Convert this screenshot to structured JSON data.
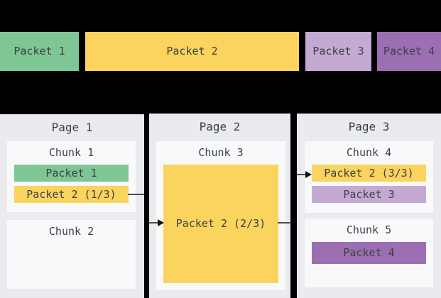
{
  "colors": {
    "background": "#000000",
    "green": "#7ec795",
    "yellow": "#fbd45e",
    "purple_light": "#c4aad3",
    "purple_dark": "#9c6fb2",
    "page_bg": "#e9ebee",
    "chunk_bg": "#f8f9fa",
    "text": "#3c4045",
    "line": "#4a4d50",
    "arrowhead": "#111111"
  },
  "top_row": {
    "packets": [
      {
        "label": "Packet 1",
        "color": "green"
      },
      {
        "label": "Packet 2",
        "color": "yellow"
      },
      {
        "label": "Packet 3",
        "color": "purple_light"
      },
      {
        "label": "Packet 4",
        "color": "purple_dark"
      }
    ]
  },
  "pages": [
    {
      "title": "Page 1",
      "chunks": [
        {
          "title": "Chunk 1",
          "packets": [
            {
              "label": "Packet 1",
              "color": "green"
            },
            {
              "label": "Packet 2 (1/3)",
              "color": "yellow"
            }
          ]
        },
        {
          "title": "Chunk 2",
          "packets": []
        }
      ]
    },
    {
      "title": "Page 2",
      "chunks": [
        {
          "title": "Chunk 3",
          "packets": [
            {
              "label": "Packet 2 (2/3)",
              "color": "yellow"
            }
          ]
        }
      ]
    },
    {
      "title": "Page 3",
      "chunks": [
        {
          "title": "Chunk 4",
          "packets": [
            {
              "label": "Packet 2 (3/3)",
              "color": "yellow"
            },
            {
              "label": "Packet 3",
              "color": "purple_light"
            }
          ]
        },
        {
          "title": "Chunk 5",
          "packets": [
            {
              "label": "Packet 4",
              "color": "purple_dark"
            }
          ]
        }
      ]
    }
  ]
}
